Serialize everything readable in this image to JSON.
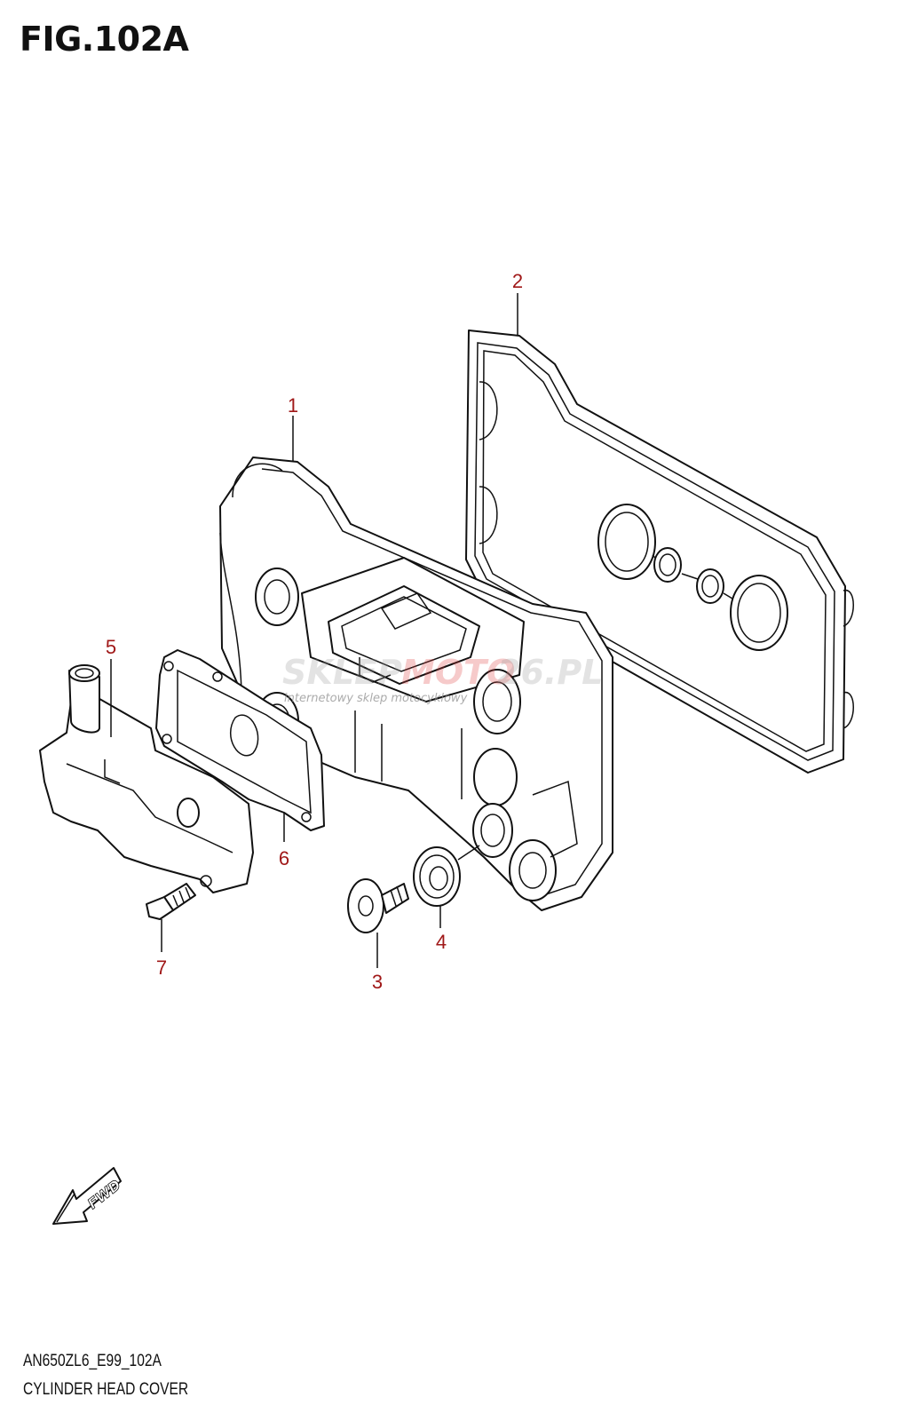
{
  "figure_title": "FIG.102A",
  "callouts": [
    "1",
    "2",
    "3",
    "4",
    "5",
    "6",
    "7"
  ],
  "fwd_label": "FWD",
  "watermark": {
    "brand_prefix": "SKLEP",
    "brand_suffix": "MOTO",
    "brand_tail": "26.PL",
    "tagline": "internetowy sklep motocyklowy"
  },
  "footer": {
    "code": "AN650ZL6_E99_102A",
    "name": "CYLINDER HEAD COVER"
  },
  "colors": {
    "callout": "#a01818",
    "line": "#111111",
    "watermark_red": "#e04040",
    "watermark_gray": "#999999"
  }
}
